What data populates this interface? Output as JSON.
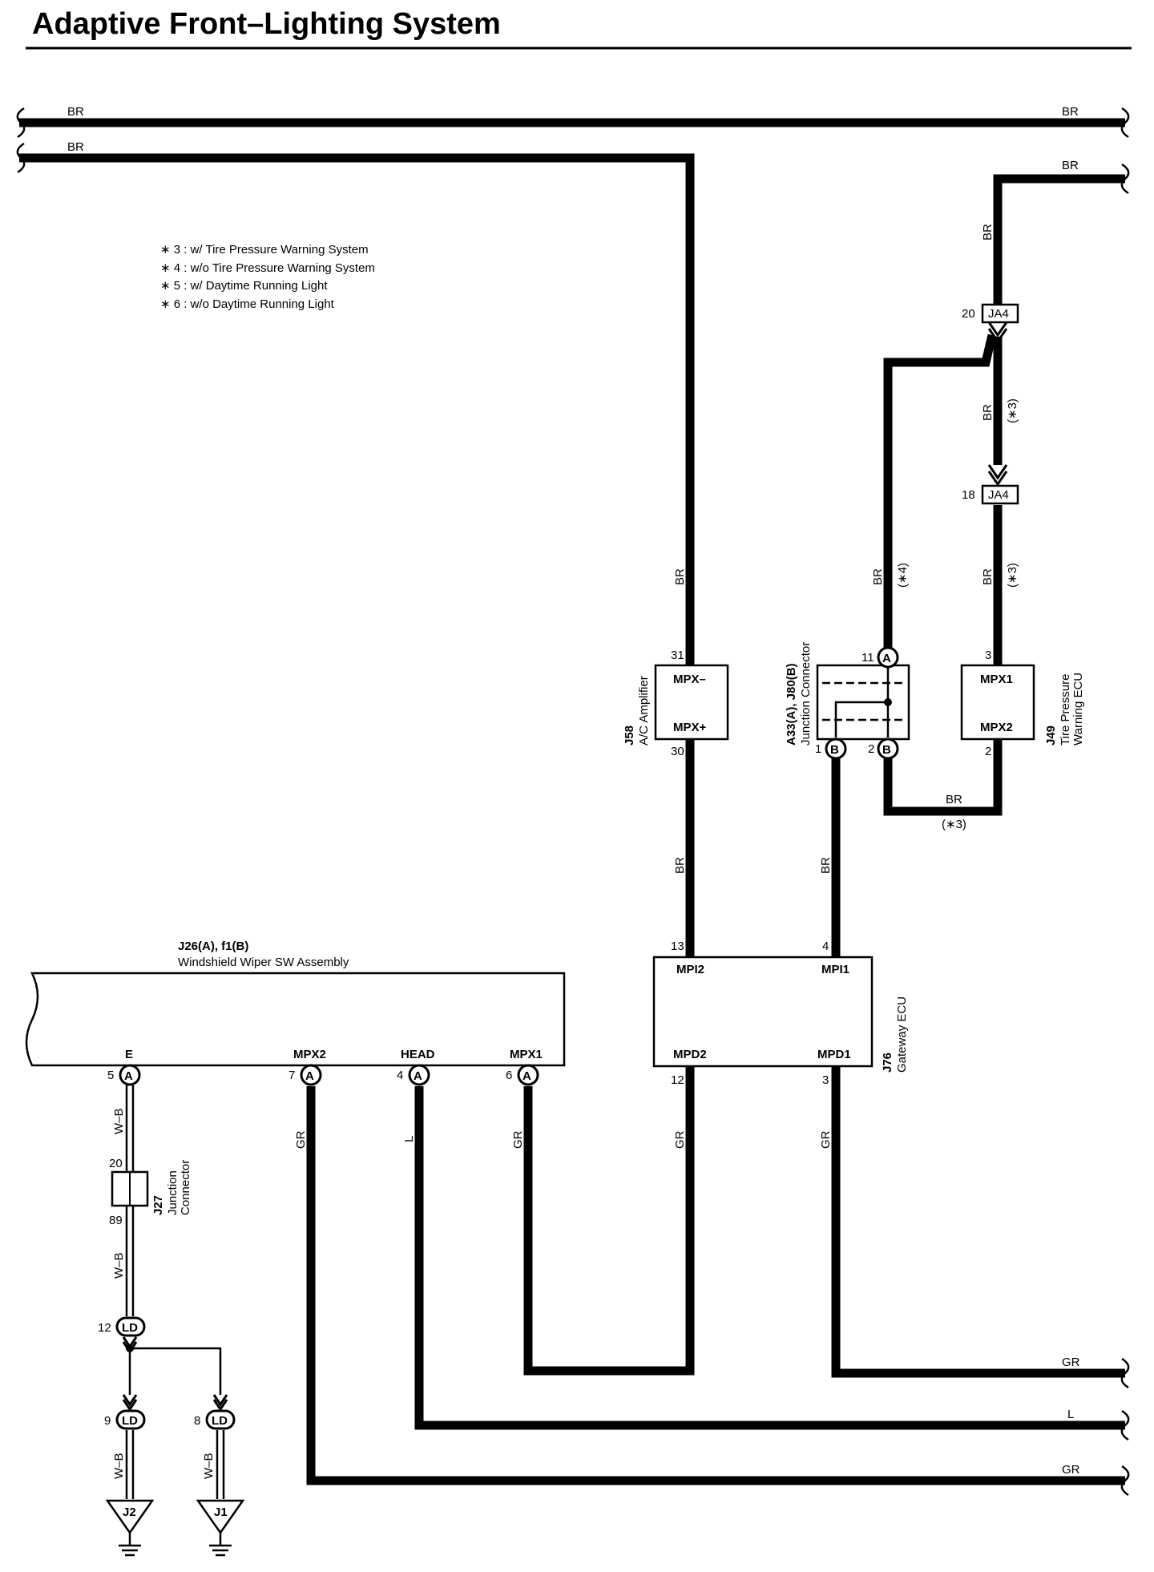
{
  "title": "Adaptive Front–Lighting System",
  "notes": [
    "∗ 3 : w/ Tire Pressure Warning System",
    "∗ 4 : w/o Tire Pressure Warning System",
    "∗ 5 : w/ Daytime Running Light",
    "∗ 6 : w/o Daytime Running Light"
  ],
  "wire_labels": {
    "br": "BR",
    "gr": "GR",
    "l": "L",
    "wb": "W–B",
    "opt3": "(∗3)",
    "opt4": "(∗4)"
  },
  "components": {
    "j58": {
      "code": "J58",
      "name": "A/C Amplifier",
      "pin_top": "MPX–",
      "pin_bottom": "MPX+",
      "num_top": "31",
      "num_bottom": "30"
    },
    "a33": {
      "code": "A33(A), J80(B)",
      "name": "Junction Connector",
      "num_a": "11",
      "num_b1": "1",
      "num_b2": "2",
      "conn_a": "A",
      "conn_b": "B"
    },
    "j49": {
      "code": "J49",
      "name1": "Tire Pressure",
      "name2": "Warning ECU",
      "pin_top": "MPX1",
      "pin_bottom": "MPX2",
      "num_top": "3",
      "num_bottom": "2"
    },
    "ja4": {
      "code": "JA4",
      "num_top": "20",
      "num_bottom": "18"
    },
    "j76": {
      "code": "J76",
      "name": "Gateway ECU",
      "mpi2": "MPI2",
      "mpi1": "MPI1",
      "mpd2": "MPD2",
      "mpd1": "MPD1",
      "num_mpi2": "13",
      "num_mpi1": "4",
      "num_mpd2": "12",
      "num_mpd1": "3"
    },
    "j26": {
      "code": "J26(A), f1(B)",
      "name": "Windshield Wiper SW Assembly",
      "pins": [
        {
          "label": "E",
          "num": "5",
          "conn": "A"
        },
        {
          "label": "MPX2",
          "num": "7",
          "conn": "A"
        },
        {
          "label": "HEAD",
          "num": "4",
          "conn": "A"
        },
        {
          "label": "MPX1",
          "num": "6",
          "conn": "A"
        }
      ]
    },
    "j27": {
      "code": "J27",
      "name1": "Junction",
      "name2": "Connector",
      "num_top": "20",
      "num_bottom": "89"
    },
    "ld": {
      "code": "LD",
      "num_a": "12",
      "num_b": "9",
      "num_c": "8"
    },
    "grounds": {
      "g1": "J2",
      "g2": "J1"
    }
  }
}
